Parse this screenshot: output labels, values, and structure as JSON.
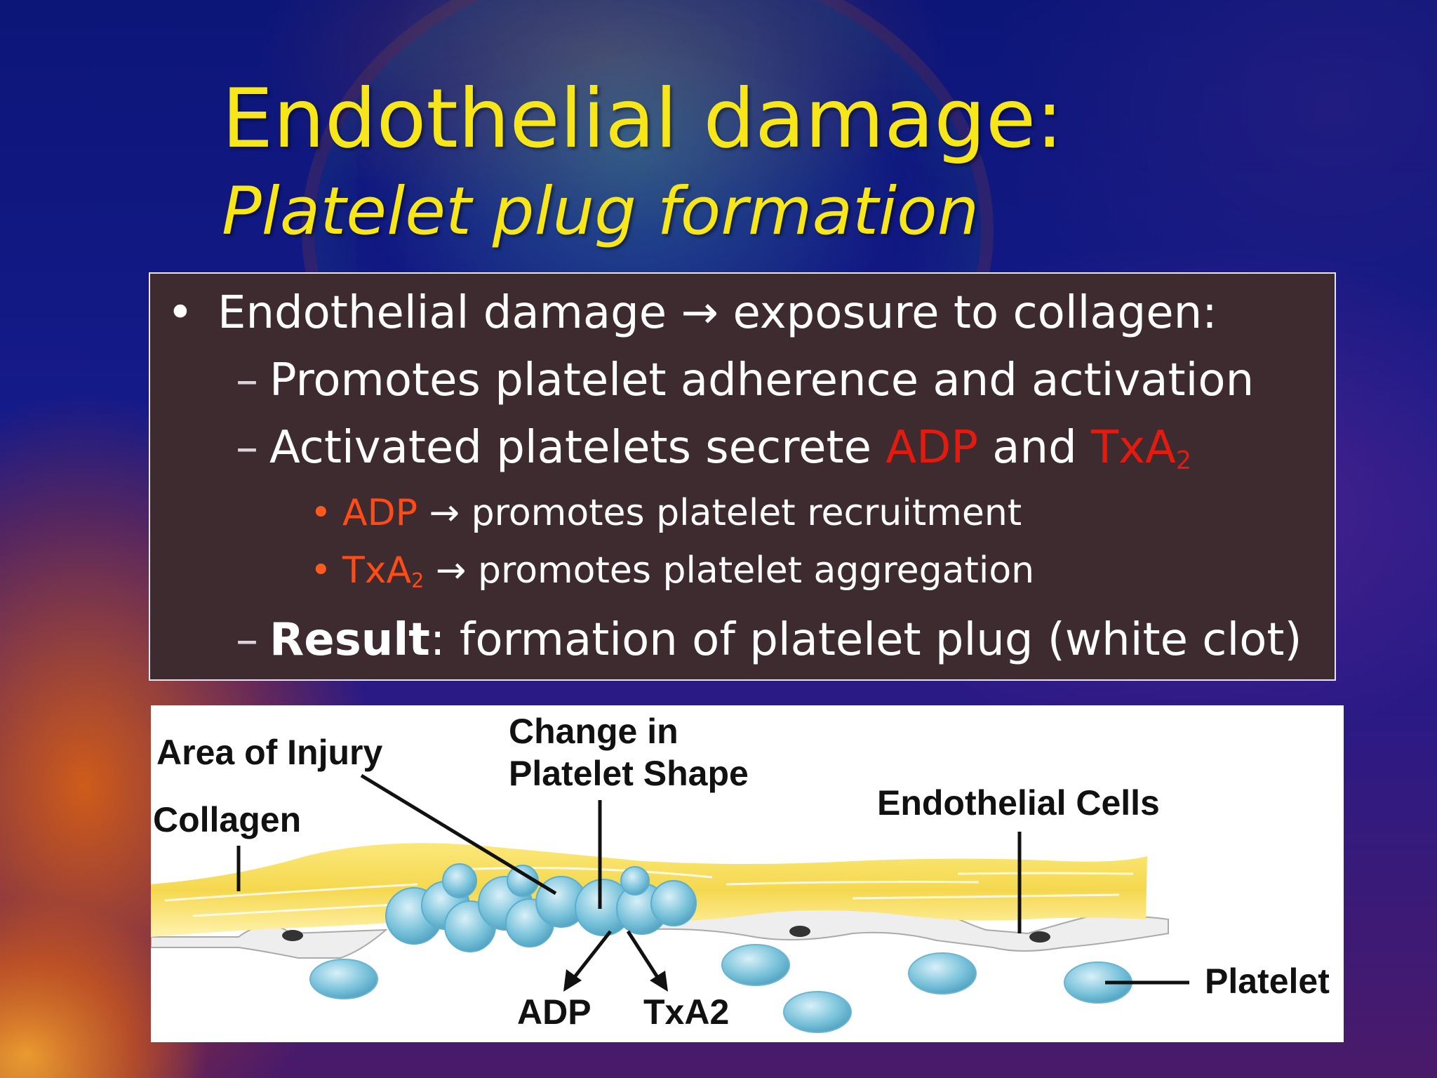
{
  "slide": {
    "title": "Endothelial damage:",
    "subtitle": "Platelet plug formation"
  },
  "bullets": {
    "main": {
      "marker": "•",
      "text_before": "Endothelial damage ",
      "arrow": "→",
      "text_after": " exposure to collagen:"
    },
    "sub1": {
      "marker": "–",
      "text": "Promotes platelet adherence and activation"
    },
    "sub2": {
      "marker": "–",
      "text_before": "Activated platelets secrete ",
      "adp": "ADP",
      "and": " and ",
      "tx": "TxA",
      "tx_sub": "2"
    },
    "subsub1": {
      "marker": "•",
      "term": "ADP",
      "arrow": "→",
      "text": " promotes platelet recruitment"
    },
    "subsub2": {
      "marker": "•",
      "term": "TxA",
      "term_sub": "2",
      "arrow": "→",
      "text": " promotes platelet aggregation"
    },
    "sub3": {
      "marker": "–",
      "bold": "Result",
      "text": ": formation of platelet plug (white clot)"
    }
  },
  "diagram": {
    "area_of_injury": "Area  of  Injury",
    "change_line1": "Change  in",
    "change_line2": "Platelet  Shape",
    "collagen": "Collagen",
    "endothelial_cells": "Endothelial  Cells",
    "adp": "ADP",
    "txa2": "TxA2",
    "platelet": "Platelet"
  },
  "colors": {
    "title": "#f7e61a",
    "text_box": "#3d2b30",
    "highlight_red": "#e21b10",
    "highlight_orange": "#ff4c17",
    "platelet_blue": "#7cc4dc",
    "collagen_yellow": "#f6df6a"
  }
}
